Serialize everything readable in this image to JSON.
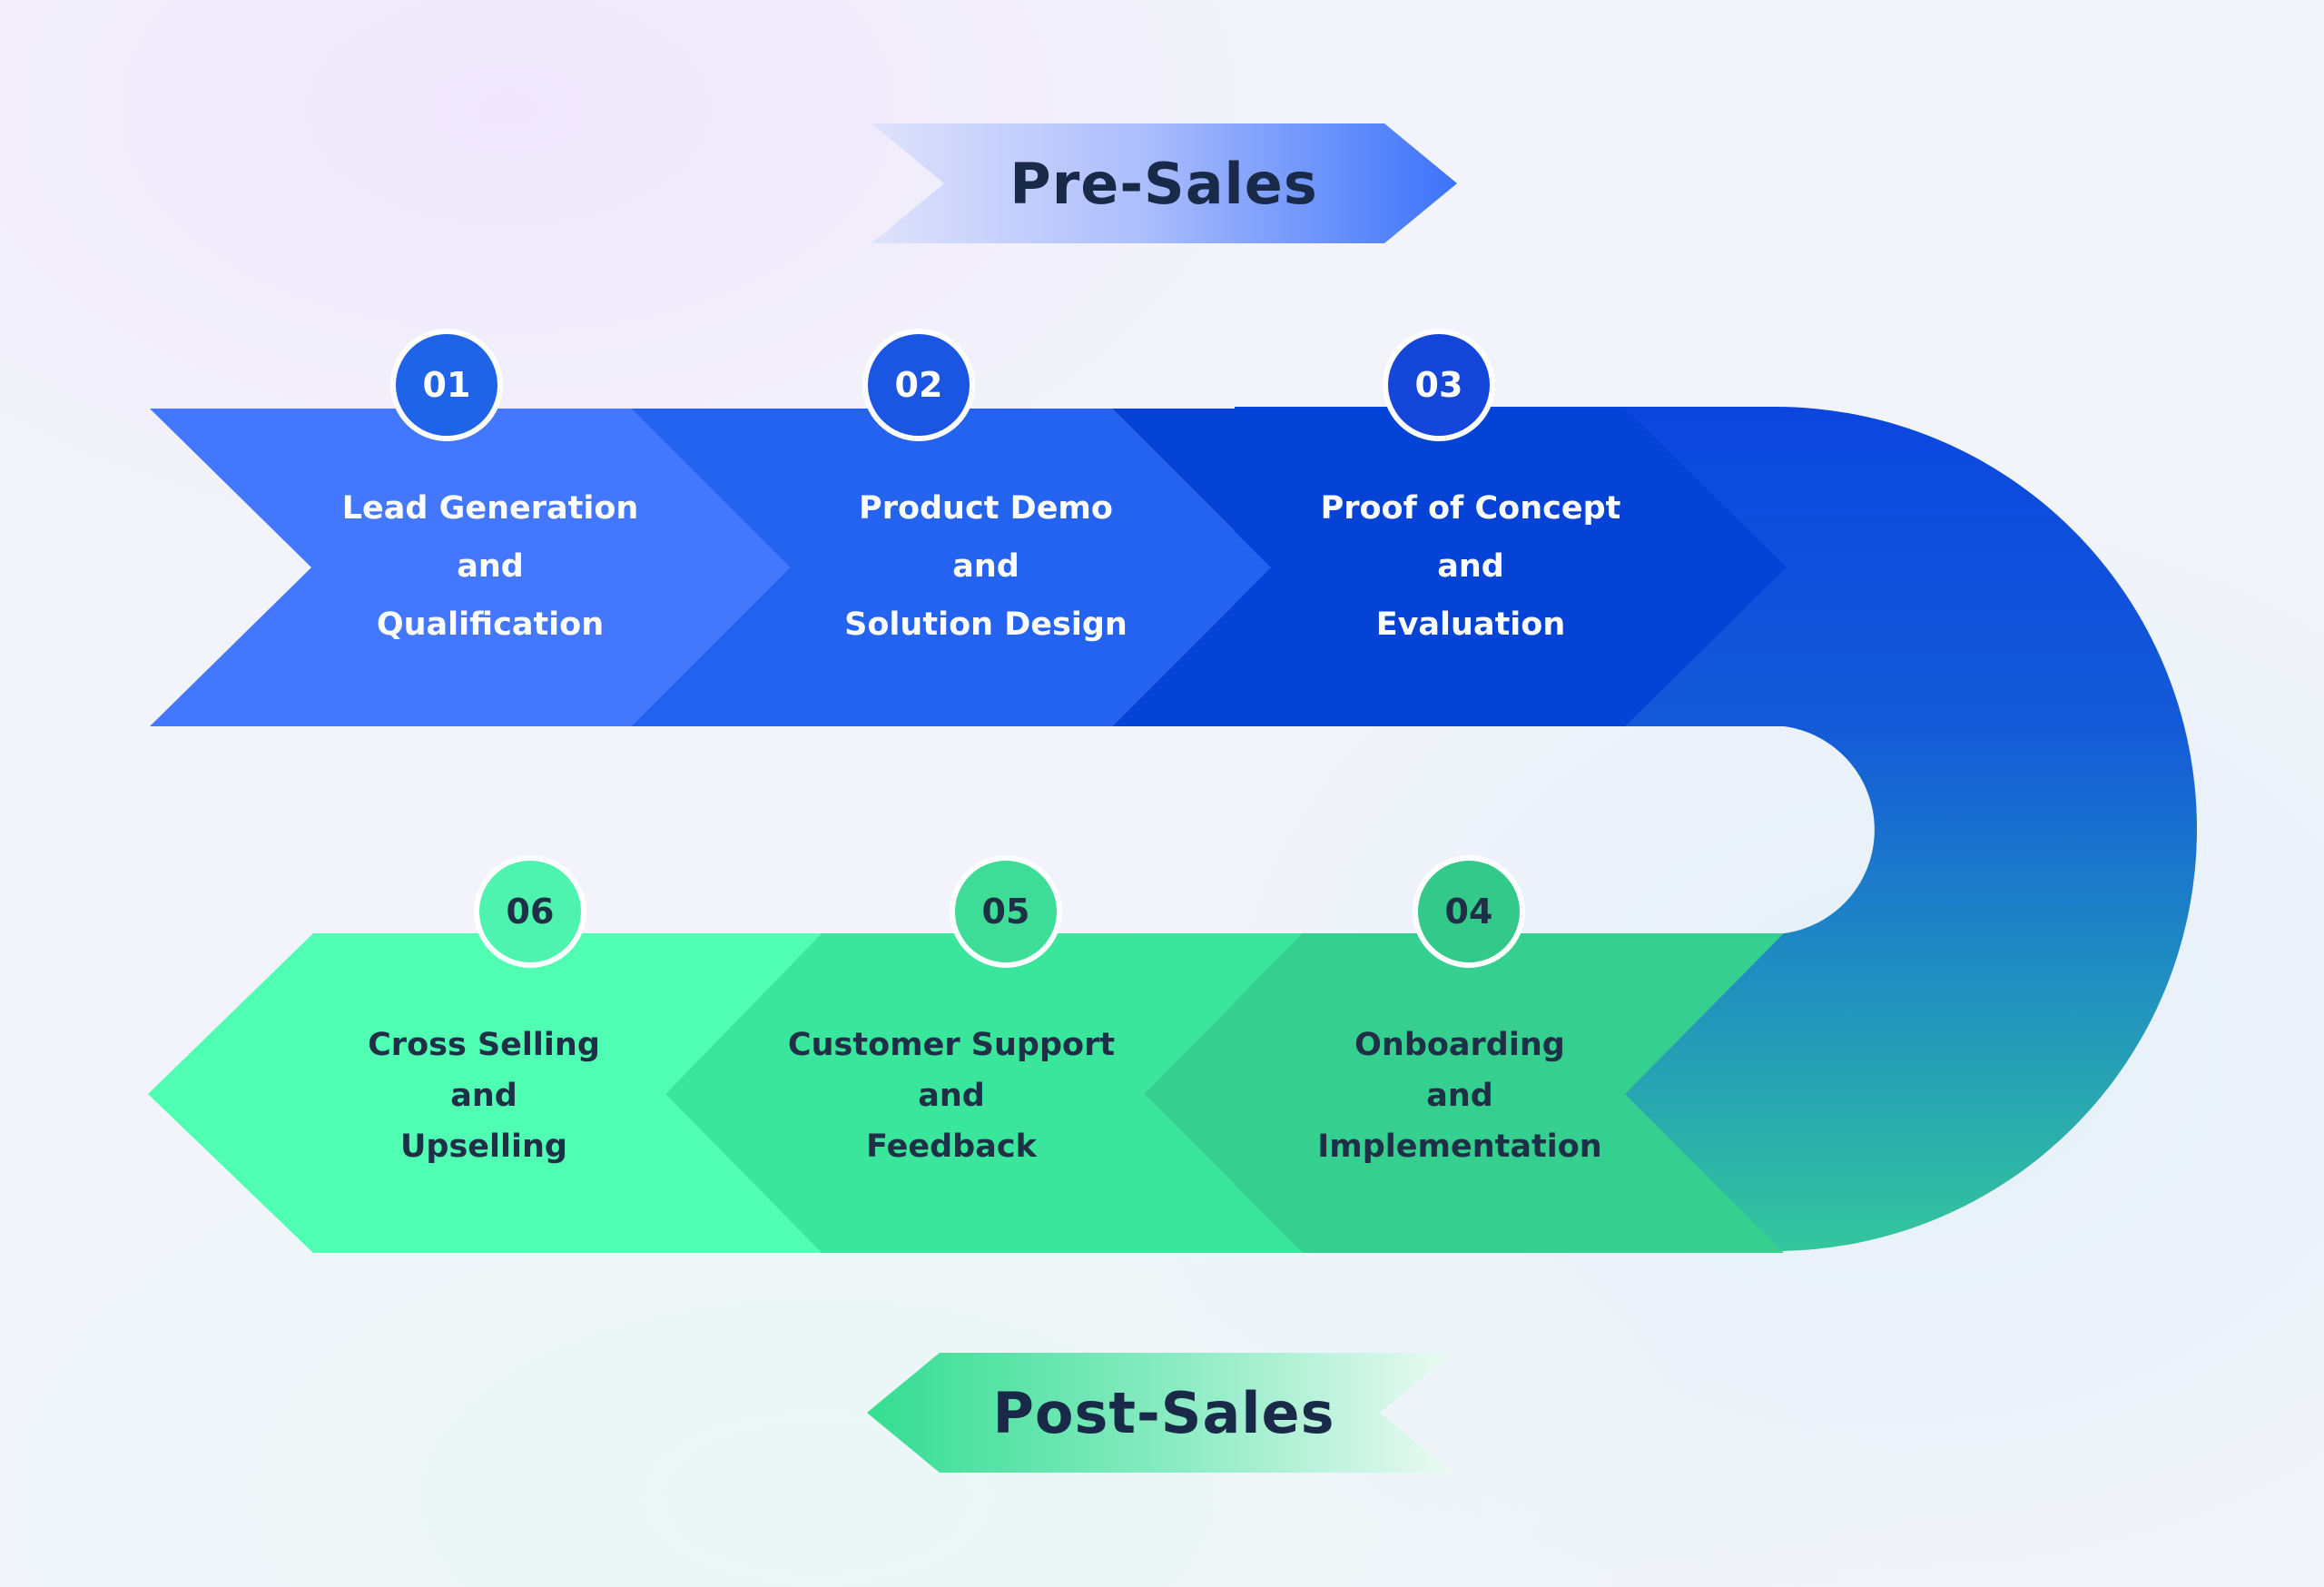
{
  "phases": {
    "pre_sales": "Pre-Sales",
    "post_sales": "Post-Sales"
  },
  "steps": [
    {
      "number": "01",
      "lines": [
        "Lead Generation",
        "and",
        "Qualification"
      ]
    },
    {
      "number": "02",
      "lines": [
        "Product Demo",
        "and",
        "Solution Design"
      ]
    },
    {
      "number": "03",
      "lines": [
        "Proof of Concept",
        "and",
        "Evaluation"
      ]
    },
    {
      "number": "04",
      "lines": [
        "Onboarding",
        "and",
        "Implementation"
      ]
    },
    {
      "number": "05",
      "lines": [
        "Customer Support",
        "and",
        "Feedback"
      ]
    },
    {
      "number": "06",
      "lines": [
        "Cross Selling",
        "and",
        "Upselling"
      ]
    }
  ],
  "colors": {
    "step1": "#4277fe",
    "step2": "#2363f0",
    "step3": "#0543d6",
    "step4": "#35cf8f",
    "step5": "#3ae59c",
    "step6": "#4ffdb3",
    "badge_blue_1": "#1f63e6",
    "badge_blue_2": "#1b56e2",
    "badge_blue_3": "#1446da",
    "badge_green_4": "#32c98a",
    "badge_green_5": "#3ddc97",
    "badge_green_6": "#4df3ae",
    "curve_top": "#0d47df",
    "curve_bottom": "#35c89a",
    "title_text": "#182a48"
  }
}
